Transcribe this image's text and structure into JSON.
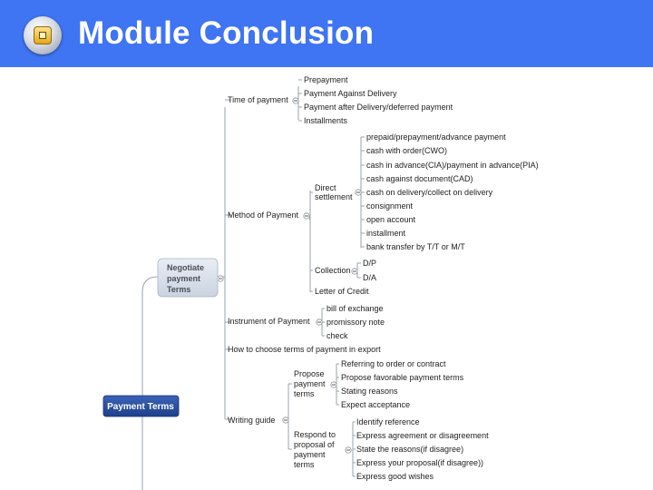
{
  "header": {
    "title": "Module Conclusion",
    "bg_color": "#3f74f2",
    "icon": "square-bullet-icon"
  },
  "mindmap": {
    "root": "Payment Terms",
    "negotiate": [
      "Negotiate",
      "payment",
      "Terms"
    ],
    "time_of_payment": {
      "label": "Time of payment",
      "children": [
        "Prepayment",
        "Payment Against Delivery",
        "Payment after Delivery/deferred payment",
        "Installments"
      ]
    },
    "method_of_payment": {
      "label": "Method of Payment",
      "direct_settlement": {
        "label": [
          "Direct",
          "settlement"
        ],
        "children": [
          "prepaid/prepayment/advance payment",
          "cash with order(CWO)",
          "cash in advance(CIA)/payment in advance(PIA)",
          "cash against document(CAD)",
          "cash on delivery/collect on delivery",
          "consignment",
          "open account",
          "installment",
          "bank transfer by T/T or M/T"
        ]
      },
      "collection": {
        "label": "Collection",
        "children": [
          "D/P",
          "D/A"
        ]
      },
      "letter_of_credit": "Letter of Credit"
    },
    "instrument_of_payment": {
      "label": "Instrument of Payment",
      "children": [
        "bill of exchange",
        "promissory note",
        "check"
      ]
    },
    "how_to_choose": "How to choose terms of payment in export",
    "writing_guide": {
      "label": "Writing guide",
      "propose": {
        "label": [
          "Propose",
          "payment",
          "terms"
        ],
        "children": [
          "Referring to order or contract",
          "Propose favorable payment terms",
          "Stating reasons",
          "Expect acceptance"
        ]
      },
      "respond": {
        "label": [
          "Respond to",
          "proposal of",
          "payment",
          "terms"
        ],
        "children": [
          "Identify reference",
          "Express agreement or disagreement",
          "State the reasons(if disagree)",
          "Express your proposal(if disagree))",
          "Express good wishes"
        ]
      }
    }
  }
}
